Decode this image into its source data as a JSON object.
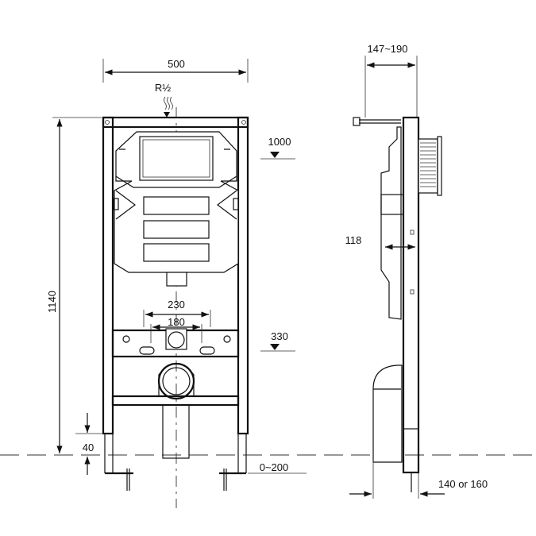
{
  "dimensions": {
    "width": "500",
    "supply": "R½",
    "flush_height": "1000",
    "depth": "147~190",
    "tank_depth": "118",
    "frame_height": "1140",
    "bolt_spacing_outer": "230",
    "bolt_spacing_inner": "180",
    "drain_height": "330",
    "leg_offset": "40",
    "leg_adjust": "0~200",
    "bottom_depth": "140 or 160"
  }
}
